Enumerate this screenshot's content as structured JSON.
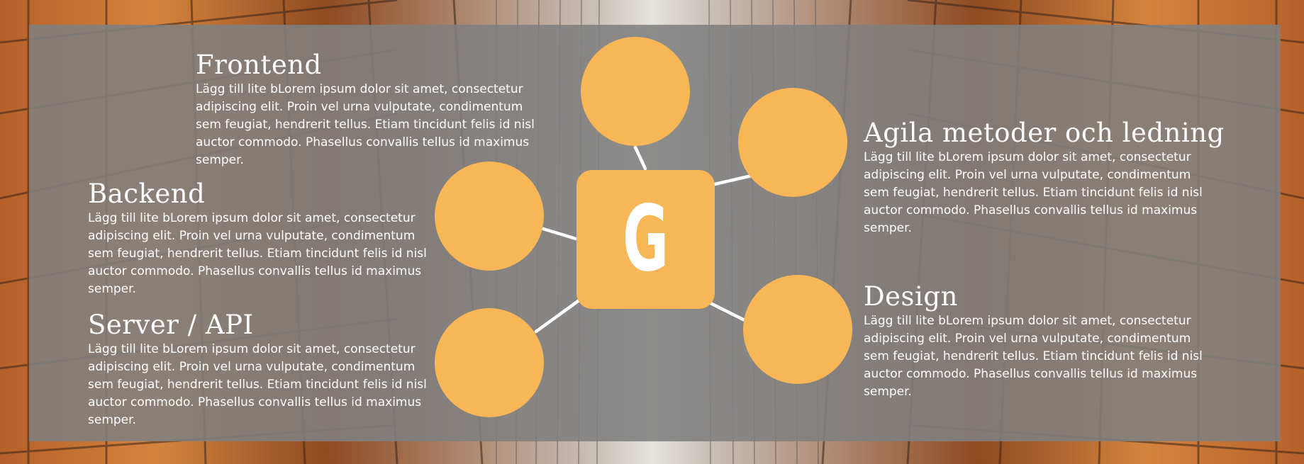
{
  "center": {
    "letter": "G"
  },
  "colors": {
    "accent": "#f7b756",
    "panel": "#808080",
    "text": "#ffffff"
  },
  "sections": {
    "frontend": {
      "title": "Frontend",
      "body": "Lägg till lite bLorem ipsum dolor sit amet, consectetur adipiscing elit. Proin vel urna vulputate, condimentum sem feugiat, hendrerit tellus. Etiam tincidunt felis id nisl auctor commodo. Phasellus convallis tellus id maximus semper."
    },
    "backend": {
      "title": "Backend",
      "body": "Lägg till lite bLorem ipsum dolor sit amet, consectetur adipiscing elit. Proin vel urna vulputate, condimentum sem feugiat, hendrerit tellus. Etiam tincidunt felis id nisl auctor commodo. Phasellus convallis tellus id maximus semper."
    },
    "server_api": {
      "title": "Server / API",
      "body": "Lägg till lite bLorem ipsum dolor sit amet, consectetur adipiscing elit. Proin vel urna vulputate, condimentum sem feugiat, hendrerit tellus. Etiam tincidunt felis id nisl auctor commodo. Phasellus convallis tellus id maximus semper."
    },
    "agile": {
      "title": "Agila metoder och ledning",
      "body": "Lägg till lite bLorem ipsum dolor sit amet, consectetur adipiscing elit. Proin vel urna vulputate, condimentum sem feugiat, hendrerit tellus. Etiam tincidunt felis id nisl auctor commodo. Phasellus convallis tellus id maximus semper."
    },
    "design": {
      "title": "Design",
      "body": "Lägg till lite bLorem ipsum dolor sit amet, consectetur adipiscing elit. Proin vel urna vulputate, condimentum sem feugiat, hendrerit tellus. Etiam tincidunt felis id nisl auctor commodo. Phasellus convallis tellus id maximus semper."
    }
  }
}
